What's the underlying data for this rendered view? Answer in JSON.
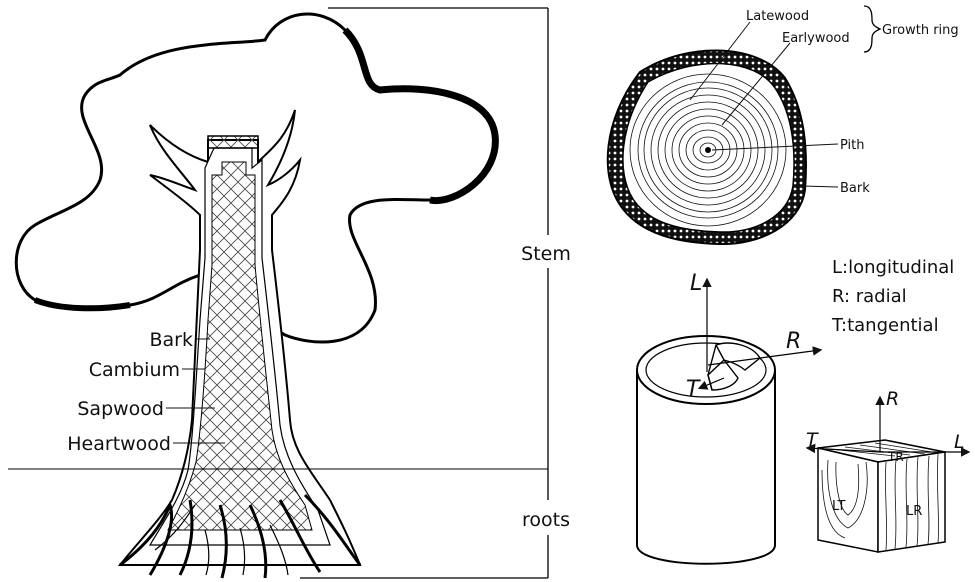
{
  "tree": {
    "labels": {
      "bark": "Bark",
      "cambium": "Cambium",
      "sapwood": "Sapwood",
      "heartwood": "Heartwood",
      "stem": "Stem",
      "roots": "roots"
    }
  },
  "cross_section": {
    "latewood": "Latewood",
    "earlywood": "Earlywood",
    "growth_ring": "Growth ring",
    "pith": "Pith",
    "bark": "Bark"
  },
  "axes_legend": {
    "longitudinal": "L:longitudinal",
    "radial": "R: radial",
    "tangential": "T:tangential"
  },
  "cylinder": {
    "axis_l": "L",
    "axis_r": "R",
    "axis_t": "T"
  },
  "cube": {
    "axis_r": "R",
    "axis_t": "T",
    "axis_l": "L",
    "face_tr": "TR",
    "face_lt": "LT",
    "face_lr": "LR"
  }
}
